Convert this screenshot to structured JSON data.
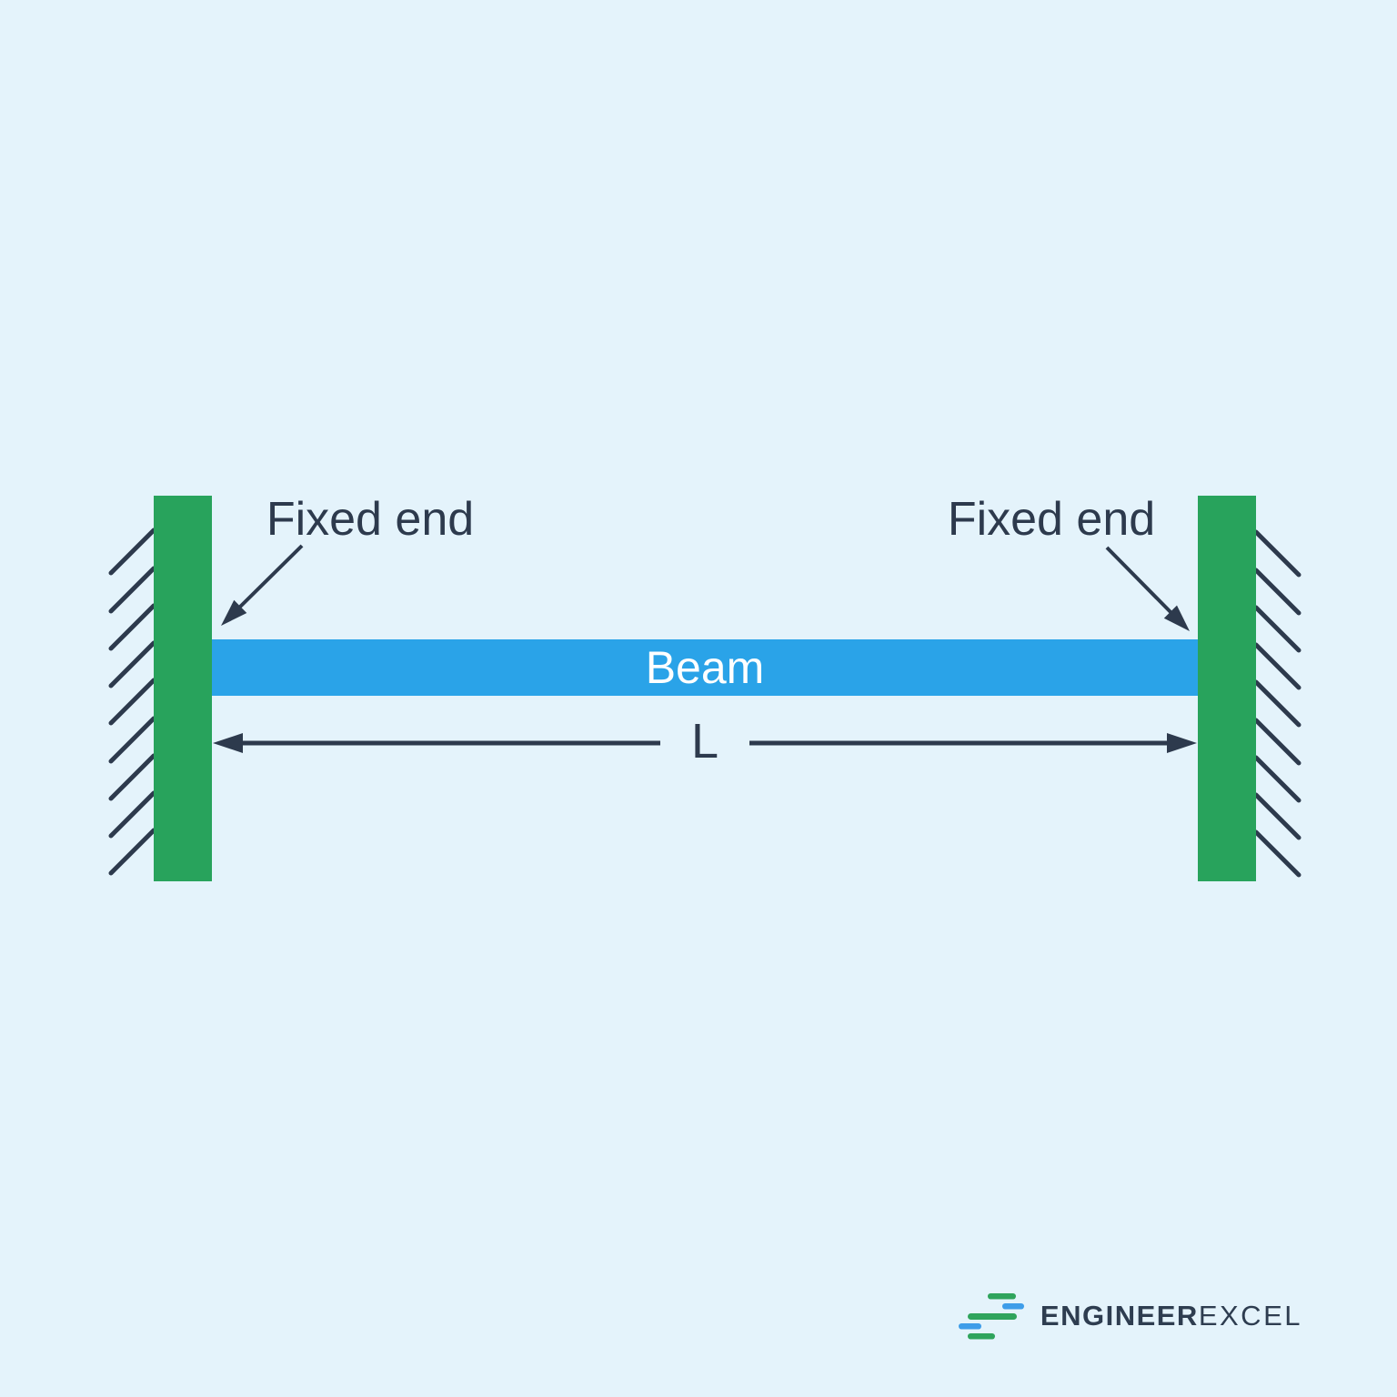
{
  "diagram": {
    "labels": {
      "fixed_end_left": "Fixed end",
      "fixed_end_right": "Fixed end",
      "beam": "Beam",
      "length": "L"
    },
    "colors": {
      "background": "#E4F3FB",
      "wall_green": "#28A35C",
      "beam_blue": "#2AA3E8",
      "line_dark": "#2D3A4D",
      "beam_text_white": "#FFFFFF"
    }
  },
  "logo": {
    "brand_bold": "ENGINEER",
    "brand_light": "EXCEL",
    "icon_green": "#2FA45C",
    "icon_blue": "#3E9DE9",
    "text_color": "#2E3D50"
  }
}
